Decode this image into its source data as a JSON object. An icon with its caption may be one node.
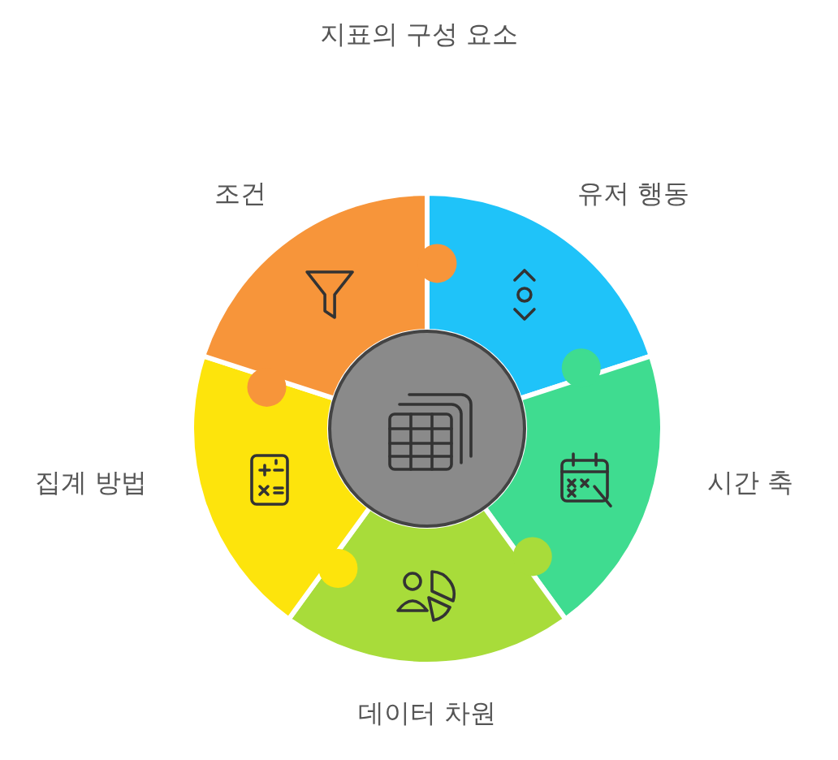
{
  "diagram": {
    "title": "지표의 구성 요소",
    "nodes": [
      {
        "text": [
          "유저 행동"
        ]
      },
      {
        "text": [
          "시간 축"
        ]
      },
      {
        "text": [
          "데이터 차원"
        ]
      },
      {
        "text": [
          "집계 방법"
        ]
      },
      {
        "text": [
          "조건"
        ]
      },
      {
        "text": [],
        "shape": "circle"
      }
    ],
    "edges": []
  }
}
